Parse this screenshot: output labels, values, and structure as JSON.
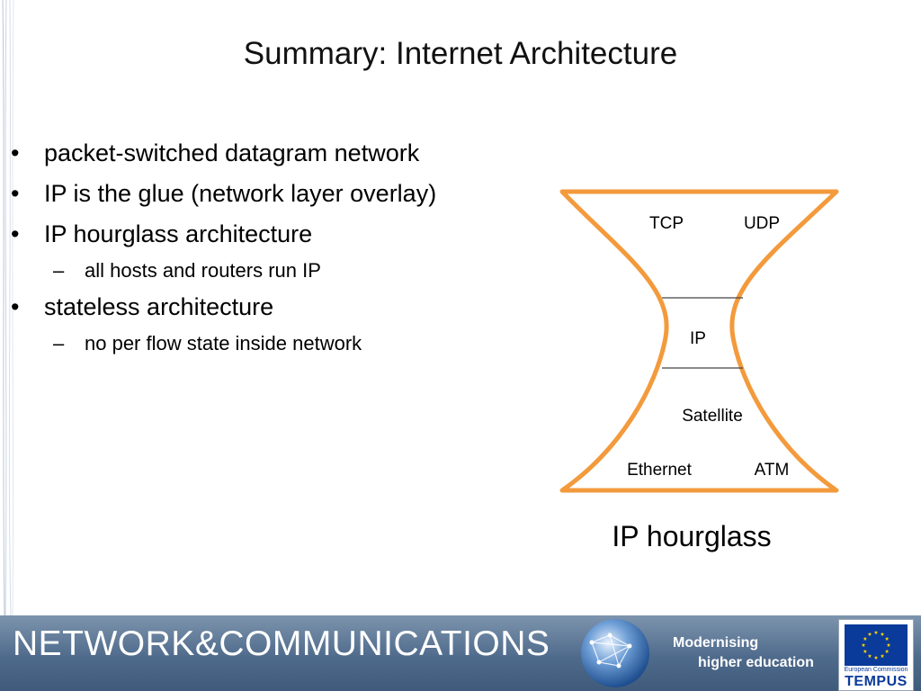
{
  "slide": {
    "title": "Summary: Internet Architecture"
  },
  "bullets": [
    {
      "text": "packet-switched datagram network",
      "level": 1
    },
    {
      "text": "IP is the glue (network layer overlay)",
      "level": 1
    },
    {
      "text": "IP hourglass architecture",
      "level": 1
    },
    {
      "text": "all hosts and routers run IP",
      "level": 2
    },
    {
      "text": "stateless architecture",
      "level": 1
    },
    {
      "text": "no per flow state inside network",
      "level": 2
    }
  ],
  "bullet_symbols": {
    "level1": "•",
    "level2": "–"
  },
  "diagram": {
    "outline_color": "#f39a3c",
    "divider_color": "#444444",
    "labels": {
      "tcp": "TCP",
      "udp": "UDP",
      "ip": "IP",
      "satellite": "Satellite",
      "ethernet": "Ethernet",
      "atm": "ATM"
    },
    "caption": "IP hourglass"
  },
  "footer": {
    "title": "NETWORK&COMMUNICATIONS",
    "slogan_line1": "Modernising",
    "slogan_line2": "higher education",
    "logo_small_text": "European Commission",
    "logo_name": "TEMPUS",
    "globe": "globe-network-icon"
  },
  "colors": {
    "footer_bg": "#4f6b8c",
    "eu_blue": "#0a3a9a",
    "eu_stars": "#ffd200",
    "orange": "#f39a3c"
  }
}
